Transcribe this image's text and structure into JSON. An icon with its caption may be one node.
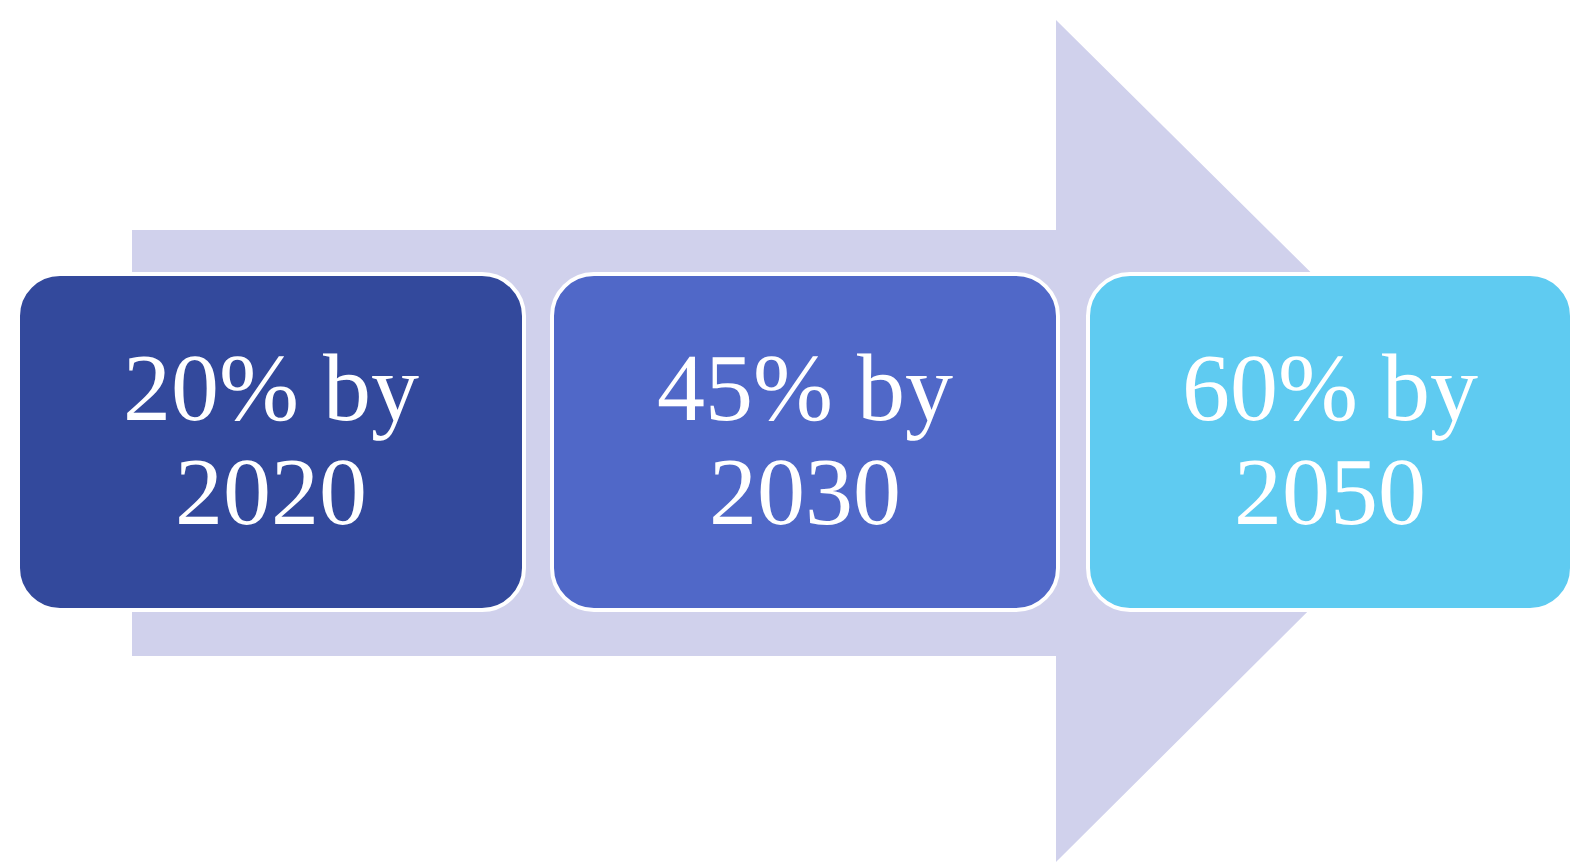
{
  "diagram": {
    "nodes": [
      {
        "text": [
          "20% by 2020"
        ]
      },
      {
        "text": [
          "45% by 2030"
        ]
      },
      {
        "text": [
          "60% by 2050"
        ]
      }
    ],
    "edges": [
      {
        "from": 0,
        "to": 2,
        "arrow": "to"
      }
    ]
  }
}
